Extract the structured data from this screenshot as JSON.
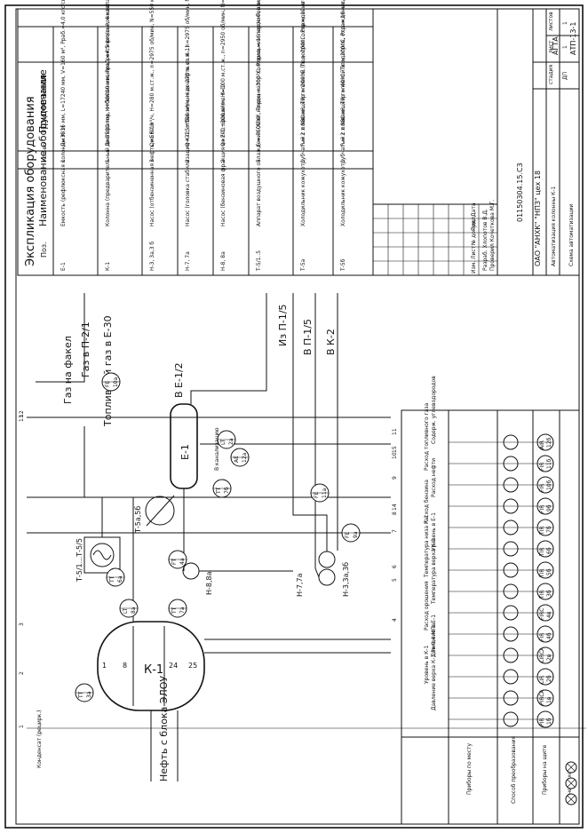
{
  "explication": {
    "title": "Экспликация оборудования",
    "headers": {
      "pos": "Поз.",
      "name": "Наименование оборудования",
      "qty": "Кол-во",
      "note": "Примечание"
    },
    "rows": [
      {
        "pos": "Е-1",
        "name": "Емкость (рефлюксная колонны К-1)",
        "qty": "1",
        "note": "Д=3836 мм, L=17240 мм, V=160 м³, Рраб.=4,0 кгс/см²"
      },
      {
        "pos": "К-1",
        "name": "Колонна (предварительный эвапоратор, отбензинивания, ректификационная)",
        "qty": "1",
        "note": "Д=5500 мм, Н=38000 мм, Рраб.=4,5 кгс/см², 4 клапанных 2-х поточных тарелки"
      },
      {
        "pos": "Н-3, 3а,3 б",
        "name": "Насос (отбензиненная нефть из К-1)",
        "qty": "3",
        "note": "Q=560 м³/ч, Н=280 м.ст.ж., n=2975 об/мин, N=550 квт, U=6000 В, I=57 А, tЕх, Р=21,7 кгс/см²"
      },
      {
        "pos": "Н-7, 7а",
        "name": "Насос (головка стабилизации К-1, отбензиненная нефть из К-1)",
        "qty": "2",
        "note": "Q=325÷550 м³/ч, Н до 270 м.ст.ж., n=2975 об/мин, N=500 квт, U=6000 В, I=57 А, Р=21,4 кгс/см²"
      },
      {
        "pos": "Н-8, 8а",
        "name": "Насос (бензиновая фракция из Е-1, орошение К-1)",
        "qty": "2",
        "note": "Q=200÷300 м³/ч, Н=100 м.ст.ж., n=2950 об/мин, N=75 кВт, U=380 В, I=144 А, Р=6,8 кгс/см², 2ЕхdIIСТ4"
      },
      {
        "pos": "Т-5/1..5",
        "name": "Аппарат воздушного охлаждения (АВО, конденсатор-холодильник паров бензина К-1)",
        "qty": "5",
        "note": "F = 7500 м², Тпроц = 300°С, Рпроц = 16 кгс/см², эл-ль ВАСВ-14-34-24, N = 100 кВт, Iтр = 6000 мм, nтр = 984 шт, n = 250 об/мин"
      },
      {
        "pos": "Т-5а",
        "name": "Холодильник кожухотрубчатый с плавающей головкой (подогрев, охлаждение паров бензина К-1)",
        "qty": "1",
        "note": "F = 2 x 980 м², Ттр = 200°С, Тк = 200°С, Ртр = 10 кгс/см², Рк = 12 кгс/см², Lтр = 6000 мм, nтр = 1364 шт."
      },
      {
        "pos": "Т-5б",
        "name": "Холодильник кожухотрубчатый с плавающей головкой (подогрев, охлаждение паров бензина К-1)",
        "qty": "1",
        "note": "F = 2 x 980 м², Ттр = 40°С, Тк = 200°С, Ртр = 16 кгс/см², Рк = 12 кгс/см², Lтр = 6000 мм, n = 855 шт."
      }
    ]
  },
  "title_block": {
    "doc_code": "01150304.15.С3",
    "org": "ОАО \"АНХК\" \"НПЗ\" цех 18",
    "subject": "Автоматизация колонны К-1",
    "sheet_name": "Схема автоматизации",
    "stage_hdr": "стадия",
    "sheet_hdr": "лист",
    "sheets_hdr": "листов",
    "stage": "ДП",
    "sheet": "1",
    "sheets": "1",
    "company": "АГТА",
    "group": "АТП-13-1",
    "roles": [
      "Изм.",
      "Лист",
      "№ докум.",
      "Подп.",
      "Дата"
    ],
    "people": [
      "Разраб. Хлопотов В.Д.",
      "Проверил Кочеткова М.Г."
    ]
  },
  "flow_labels": {
    "gas_to_flare": "Газ на факел",
    "gas_to_p2": "Газ в П-2/1",
    "fuel_gas": "Топливный газ в Е-30",
    "to_e12": "В Е-1/2",
    "from_p1": "Из П-1/5",
    "to_p1": "В П-1/5",
    "to_k2": "В К-2",
    "oil_from": "Нефть с блока ЭЛОУ",
    "water_to_sewer": "В канализацию",
    "condensate": "Конденсат (рецирк.)",
    "column": "К-1",
    "vessel": "Е-1",
    "pump8": "Н-8,8а",
    "pump7": "Н-7,7а",
    "pump3": "Н-3,3а,3б",
    "avo": "Т-5/1...Т-5/5",
    "hex": "Т-5а,5б",
    "trays": [
      "1",
      "8",
      "24",
      "25"
    ]
  },
  "instruments": [
    {
      "id": "TT 3а",
      "l1": "TT",
      "l2": "3а"
    },
    {
      "id": "LT 8а",
      "l1": "LT",
      "l2": "8а"
    },
    {
      "id": "TT 7а",
      "l1": "TT",
      "l2": "7а"
    },
    {
      "id": "FT 4а",
      "l1": "FT",
      "l2": "4а"
    },
    {
      "id": "TT 6а",
      "l1": "TT",
      "l2": "6а"
    },
    {
      "id": "TT 7б",
      "l1": "TT",
      "l2": "7б"
    },
    {
      "id": "LT 2а",
      "l1": "LT",
      "l2": "2а"
    },
    {
      "id": "AE 12а",
      "l1": "AE",
      "l2": "12а"
    },
    {
      "id": "FE 10а",
      "l1": "FE",
      "l2": "10а"
    },
    {
      "id": "FE 11а",
      "l1": "FE",
      "l2": "11а"
    },
    {
      "id": "FE 9а",
      "l1": "FE",
      "l2": "9а"
    }
  ],
  "signal_numbers": [
    "1",
    "2",
    "3",
    "4",
    "5",
    "6",
    "7",
    "8",
    "9",
    "10",
    "11",
    "12",
    "13",
    "14",
    "15"
  ],
  "lower_rows": {
    "row1": "Приборы по месту",
    "row2": "Способ преобразования",
    "row3": "Приборы на щите",
    "row4": "Мнемосхема"
  },
  "panel_instruments": [
    {
      "l1": "PIR",
      "l2": "1б"
    },
    {
      "l1": "PIRCA",
      "l2": "1в"
    },
    {
      "l1": "LIR",
      "l2": "2б"
    },
    {
      "l1": "LIRCA",
      "l2": "2в"
    },
    {
      "l1": "FIR",
      "l2": "4б"
    },
    {
      "l1": "FIRC",
      "l2": "4в"
    },
    {
      "l1": "TIR",
      "l2": "3б"
    },
    {
      "l1": "TIR",
      "l2": "5б"
    },
    {
      "l1": "TIR",
      "l2": "6б"
    },
    {
      "l1": "TIR",
      "l2": "7б"
    },
    {
      "l1": "FIR",
      "l2": "9б"
    },
    {
      "l1": "FIR",
      "l2": "10б"
    },
    {
      "l1": "FIR",
      "l2": "11б"
    },
    {
      "l1": "AIR",
      "l2": "12б"
    }
  ],
  "panel_labels": [
    "Давление верха К-1 P=0,4 МПа",
    "Уровень в К-1",
    "Давление в Е-1",
    "Расход орошения",
    "Температура верха К-1",
    "Температура низа К-1",
    "Уровень в Е-1",
    "Расход бензина",
    "Расход нефти",
    "Расход топливного газа",
    "Содерж. углеводородов"
  ]
}
